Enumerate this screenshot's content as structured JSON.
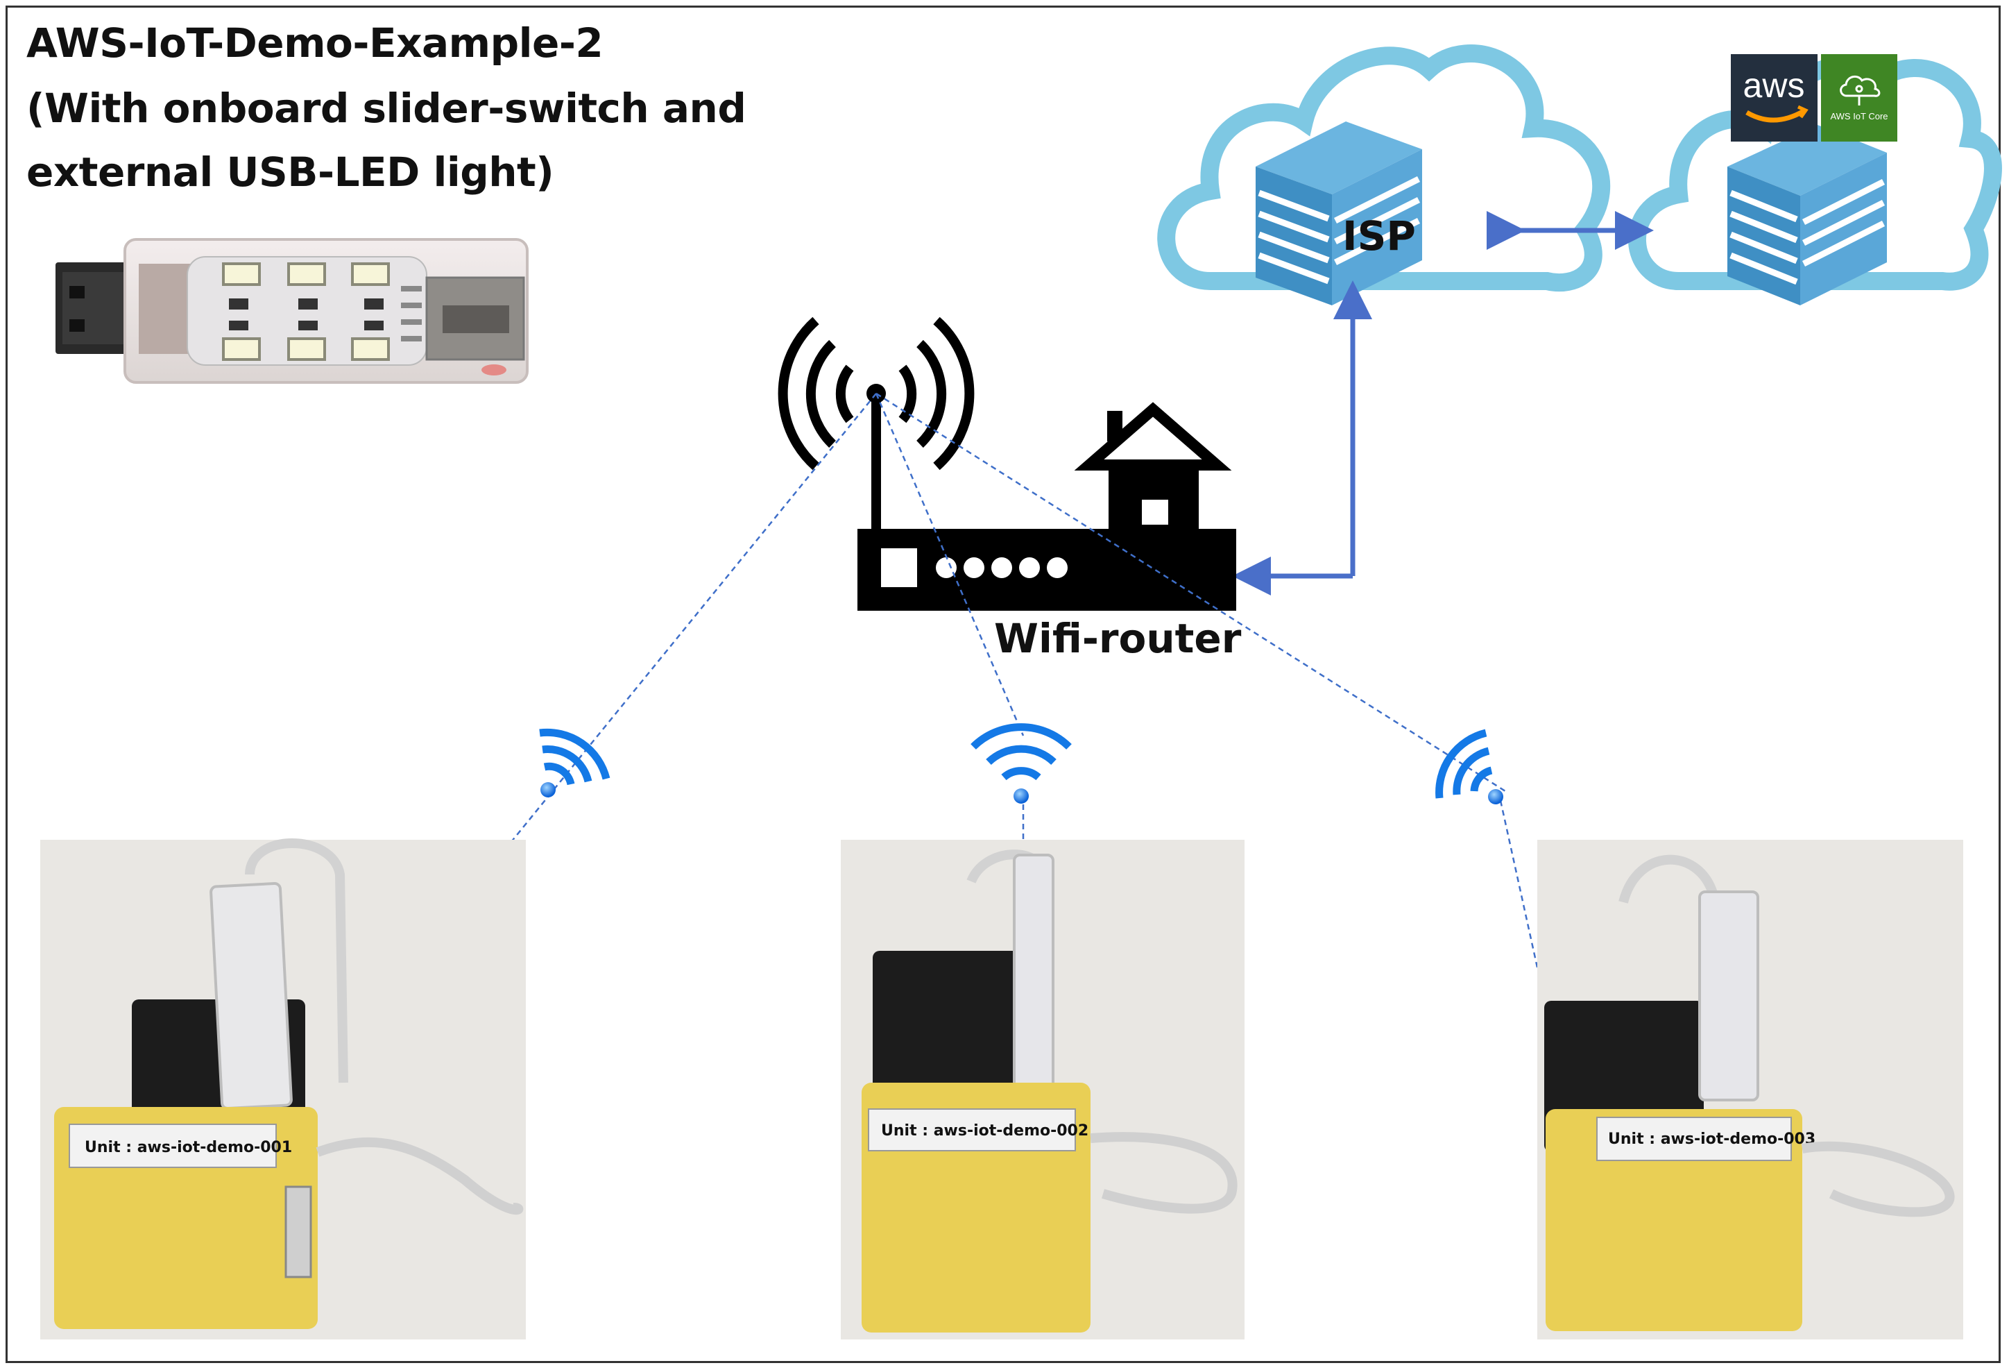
{
  "title": {
    "line1": "AWS-IoT-Demo-Example-2",
    "line2": "(With onboard slider-switch and",
    "line3": "external USB-LED light)"
  },
  "isp_label": "ISP",
  "router_label": "Wifi-router",
  "aws": {
    "logo_text": "aws",
    "service_label": "AWS IoT Core"
  },
  "units": [
    {
      "label": "Unit : aws-iot-demo-001"
    },
    {
      "label": "Unit : aws-iot-demo-002"
    },
    {
      "label": "Unit : aws-iot-demo-003"
    }
  ],
  "colors": {
    "cloud": "#7ec8e3",
    "server": "#3f8fc4",
    "arrow": "#4a6fc9",
    "link": "#3f6fc9",
    "aws_dark": "#232f3e",
    "aws_orange": "#ff9900",
    "aws_green": "#3f8624",
    "device_yellow": "#e9cf55",
    "adapter_black": "#1c1c1c"
  }
}
